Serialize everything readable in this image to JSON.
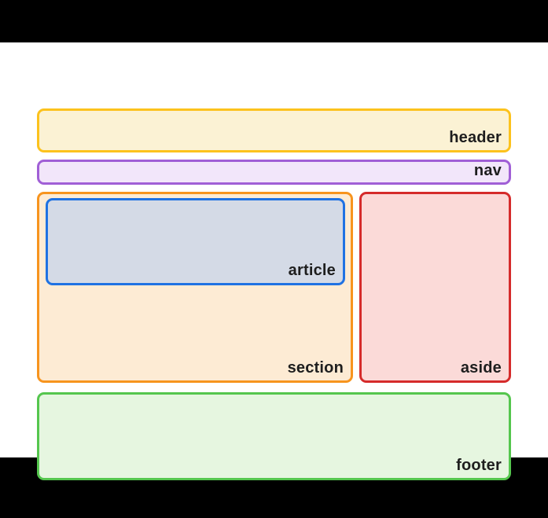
{
  "canvas": {
    "letterbox_color": "#000000",
    "slide_background": "#ffffff",
    "label_text_color": "#1e1e1e"
  },
  "diagram": {
    "boxes": [
      {
        "id": "header",
        "label": "header",
        "border_color": "#fcc21d",
        "fill_color": "#fbf2d4"
      },
      {
        "id": "nav",
        "label": "nav",
        "border_color": "#a05fd6",
        "fill_color": "#f2e6fa"
      },
      {
        "id": "section",
        "label": "section",
        "border_color": "#f7941e",
        "fill_color": "#fdebd4"
      },
      {
        "id": "article",
        "label": "article",
        "border_color": "#1f72e3",
        "fill_color": "#d4dae6"
      },
      {
        "id": "aside",
        "label": "aside",
        "border_color": "#d52b2b",
        "fill_color": "#fbdad8"
      },
      {
        "id": "footer",
        "label": "footer",
        "border_color": "#55c64e",
        "fill_color": "#e6f6e0"
      }
    ]
  }
}
